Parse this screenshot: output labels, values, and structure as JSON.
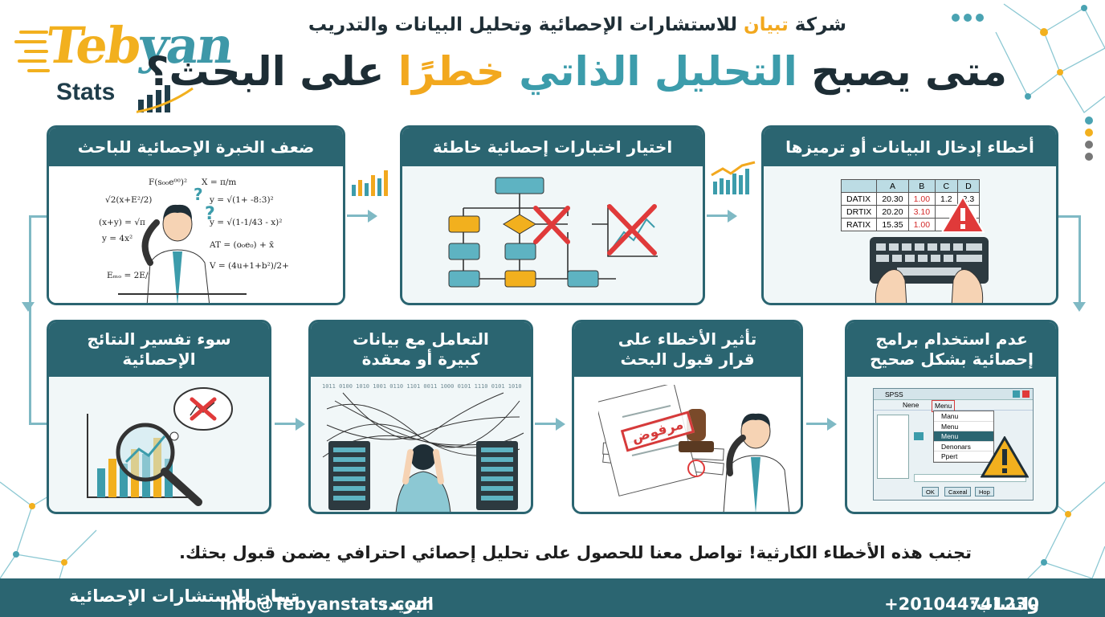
{
  "header": {
    "company_prefix": "شركة",
    "company_name": "تبيان",
    "company_suffix": "للاستشارات الإحصائية وتحليل البيانات والتدريب",
    "title_part1": "متى يصبح",
    "title_part2": "التحليل الذاتي",
    "title_part3": "خطرًا",
    "title_part4": "على البحث؟"
  },
  "logo": {
    "teb": "Teb",
    "yan": "yan",
    "stats": "Stats"
  },
  "cards": {
    "data_entry": {
      "title": "أخطاء إدخال البيانات أو ترميزها"
    },
    "wrong_tests": {
      "title": "اختيار اختبارات إحصائية خاطئة"
    },
    "weak_expertise": {
      "title": "ضعف الخبرة الإحصائية للباحث"
    },
    "software_misuse": {
      "title_line1": "عدم استخدام برامج",
      "title_line2": "إحصائية بشكل صحيح"
    },
    "rejection": {
      "title_line1": "تأثير الأخطاء على",
      "title_line2": "قرار قبول البحث",
      "stamp": "مرفوض"
    },
    "big_data": {
      "title_line1": "التعامل مع بيانات",
      "title_line2": "كبيرة أو معقدة"
    },
    "misinterpret": {
      "title_line1": "سوء تفسير النتائج",
      "title_line2": "الإحصائية"
    }
  },
  "spreadsheet": {
    "headers": [
      "",
      "A",
      "B",
      "C",
      "D"
    ],
    "rows": [
      [
        "DATIX",
        "20.30",
        "1.00",
        "1.2",
        "2.3"
      ],
      [
        "DRTIX",
        "20.20",
        "3.10",
        "",
        ""
      ],
      [
        "RATIX",
        "15.35",
        "1.00",
        "",
        ""
      ]
    ]
  },
  "math": [
    "F(s₀₀e⁰⁰)²",
    "X = π/m",
    "√2(x+E²/2)",
    "y = √(1+ -8:3)²",
    "(x+y) = √π",
    "y = √(1-1/43 - x)²",
    "y = 4x²",
    "AT = (o₀e₀) + x̄",
    "Eₘₒ = 2E/n",
    "V = (4u+1+b²)/2+"
  ],
  "spss": {
    "title": "SPSS",
    "toolbar_new": "Nene",
    "toolbar_menu": "Menu",
    "menu_items": [
      "Manu",
      "Menu",
      "Menu",
      "Denonars",
      "Ppert"
    ],
    "buttons": [
      "OK",
      "Caxeal",
      "Hop"
    ]
  },
  "binary": "1011 0100 1010 1001 0110 1101 0011 1000 0101 1110 0101 1010",
  "footer": {
    "cta": "تجنب هذه الأخطاء الكارثية! تواصل معنا للحصول على تحليل إحصائي احترافي يضمن قبول بحثك.",
    "whatsapp_label": "واتساب:",
    "whatsapp_number": "+201044741230",
    "email_label": "البريد:",
    "email": "info@Tebyanstats.com",
    "brand": "تبيان للاستشارات الإحصائية"
  },
  "colors": {
    "teal_dark": "#2b6571",
    "teal": "#3c9cab",
    "gold": "#f2a81e",
    "red": "#e03a3a"
  }
}
